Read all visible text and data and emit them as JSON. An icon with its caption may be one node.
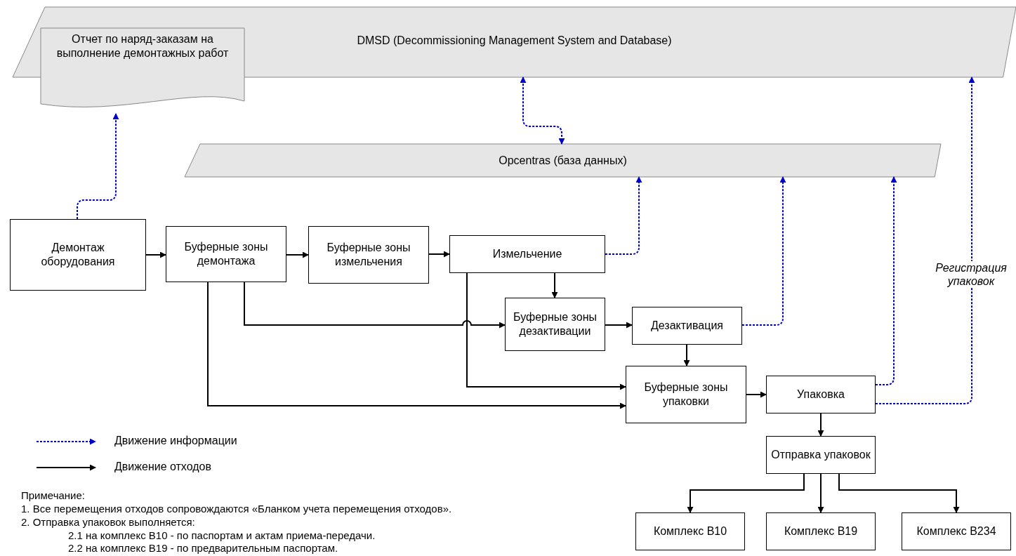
{
  "diagram": {
    "nodes": [
      {
        "text": [
          "DMSD (Decommissioning Management System and Database)"
        ]
      },
      {
        "text": [
          "Отчет по наряд-заказам на выполнение демонтажных работ"
        ]
      },
      {
        "text": [
          "Opcentras (база данных)"
        ]
      },
      {
        "text": [
          "Демонтаж оборудования"
        ]
      },
      {
        "text": [
          "Буферные зоны демонтажа"
        ]
      },
      {
        "text": [
          "Буферные зоны измельчения"
        ]
      },
      {
        "text": [
          "Измельчение"
        ]
      },
      {
        "text": [
          "Буферные зоны дезактивации"
        ]
      },
      {
        "text": [
          "Дезактивация"
        ]
      },
      {
        "text": [
          "Буферные зоны упаковки"
        ]
      },
      {
        "text": [
          "Упаковка"
        ]
      },
      {
        "text": [
          "Отправка упаковок"
        ]
      },
      {
        "text": [
          "Комплекс В10"
        ]
      },
      {
        "text": [
          "Комплекс В19"
        ]
      },
      {
        "text": [
          "Комплекс В234"
        ]
      }
    ],
    "edges": [
      {
        "from": 3,
        "to": 1,
        "arrow": "to",
        "style": "dashed",
        "color": "#0000cc"
      },
      {
        "from": 2,
        "to": 0,
        "arrow": "both",
        "style": "dashed",
        "color": "#0000cc"
      },
      {
        "from": 6,
        "to": 2,
        "arrow": "to",
        "style": "dashed",
        "color": "#0000cc"
      },
      {
        "from": 8,
        "to": 2,
        "arrow": "to",
        "style": "dashed",
        "color": "#0000cc"
      },
      {
        "from": 10,
        "to": 2,
        "arrow": "to",
        "style": "dashed",
        "color": "#0000cc"
      },
      {
        "from": 10,
        "to": 0,
        "arrow": "to",
        "style": "dashed",
        "color": "#0000cc",
        "label": "Регистрация упаковок"
      },
      {
        "from": 3,
        "to": 4,
        "arrow": "to"
      },
      {
        "from": 4,
        "to": 5,
        "arrow": "to"
      },
      {
        "from": 5,
        "to": 6,
        "arrow": "to"
      },
      {
        "from": 6,
        "to": 7,
        "arrow": "to"
      },
      {
        "from": 4,
        "to": 7,
        "arrow": "to"
      },
      {
        "from": 7,
        "to": 8,
        "arrow": "to"
      },
      {
        "from": 8,
        "to": 9,
        "arrow": "to"
      },
      {
        "from": 6,
        "to": 9,
        "arrow": "to"
      },
      {
        "from": 4,
        "to": 9,
        "arrow": "to"
      },
      {
        "from": 9,
        "to": 10,
        "arrow": "to"
      },
      {
        "from": 10,
        "to": 11,
        "arrow": "to"
      },
      {
        "from": 11,
        "to": 12,
        "arrow": "to"
      },
      {
        "from": 11,
        "to": 13,
        "arrow": "to"
      },
      {
        "from": 11,
        "to": 14,
        "arrow": "to"
      }
    ],
    "labels": [
      "Примечание:",
      "1. Все перемещения отходов сопровождаются «Бланком учета перемещения отходов».",
      "2. Отправка упаковок выполняется:",
      "2.1 на комплекс В10 - по паспортам и актам приема-передачи.",
      "2.2 на комплекс В19 - по предварительным паспортам."
    ],
    "legend": [
      {
        "text": "Движение информации"
      },
      {
        "text": "Движение отходов"
      }
    ]
  }
}
